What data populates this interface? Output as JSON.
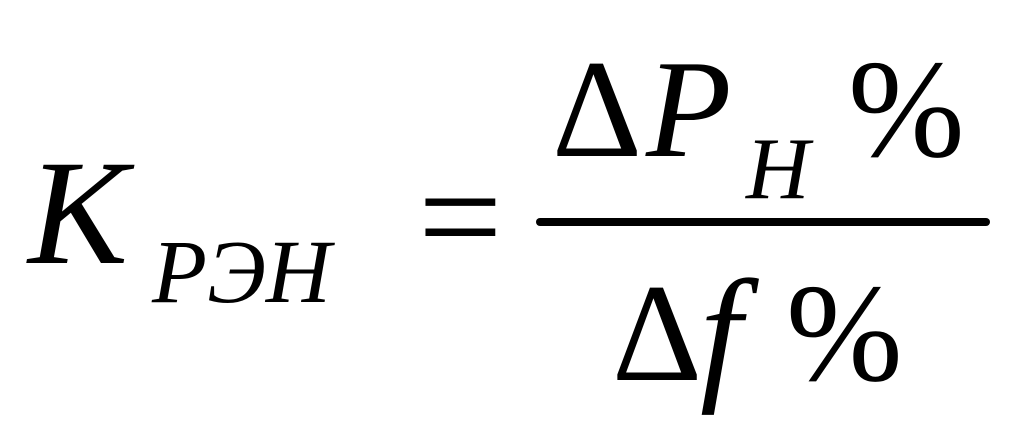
{
  "formula": {
    "lhs": {
      "symbol": "K",
      "subscript": "РЭН"
    },
    "equals": "=",
    "numerator": {
      "delta": "Δ",
      "symbol": "P",
      "subscript": "Н",
      "percent": "%"
    },
    "denominator": {
      "delta": "Δ",
      "symbol": "f",
      "percent": "%"
    }
  }
}
